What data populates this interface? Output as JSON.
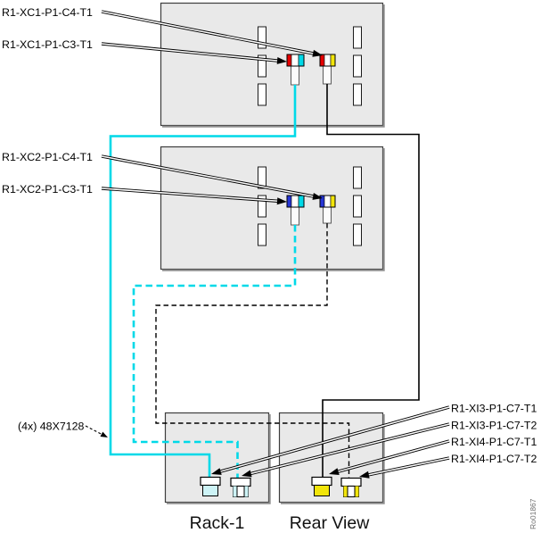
{
  "colors": {
    "red": "#e60000",
    "blue": "#2736d6",
    "cyan": "#00d9e8",
    "cyan_light": "#cdf3f6",
    "yellow": "#f2e50a",
    "box_fill": "#e9e9e9"
  },
  "chassis1": {
    "port_c4_label": "R1-XC1-P1-C4-T1",
    "port_c3_label": "R1-XC1-P1-C3-T1"
  },
  "chassis2": {
    "port_c4_label": "R1-XC2-P1-C4-T1",
    "port_c3_label": "R1-XC2-P1-C3-T1"
  },
  "rear_ports": {
    "xi3_t1_label": "R1-XI3-P1-C7-T1",
    "xi3_t2_label": "R1-XI3-P1-C7-T2",
    "xi4_t1_label": "R1-XI4-P1-C7-T1",
    "xi4_t2_label": "R1-XI4-P1-C7-T2"
  },
  "cable": {
    "part_label": "(4x) 48X7128"
  },
  "racks": {
    "rack1_label": "Rack-1",
    "rear_view_label": "Rear View"
  },
  "figure_id": "Ro01867"
}
